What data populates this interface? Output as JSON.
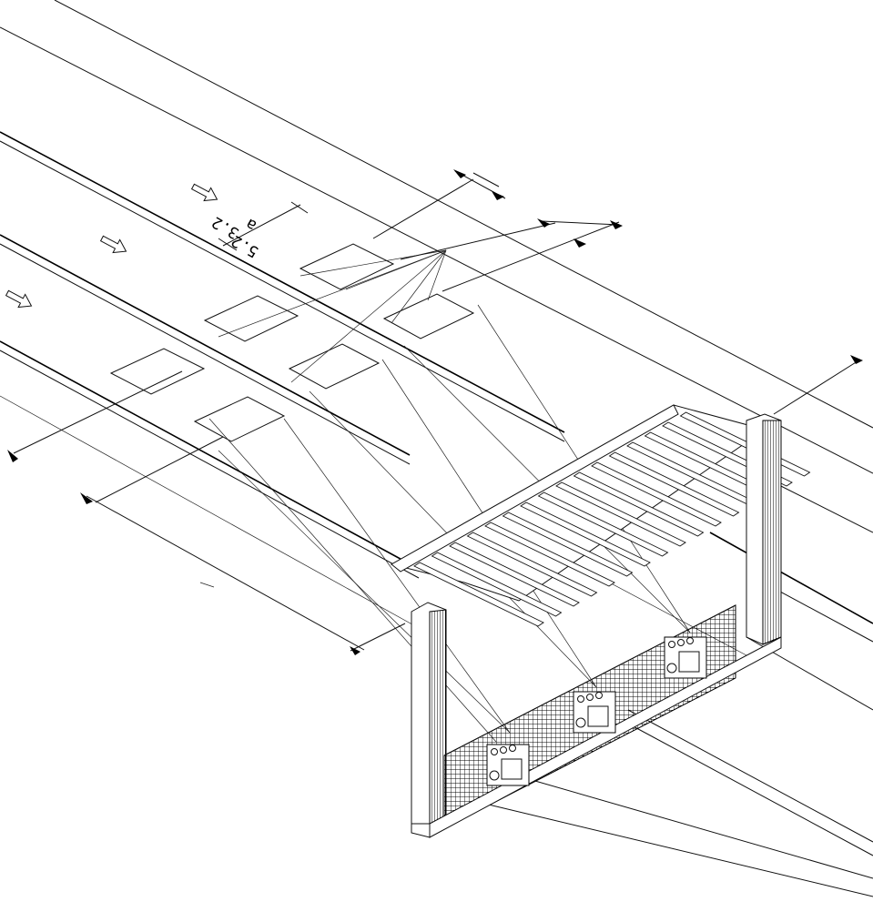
{
  "dimension_label": {
    "upper": "3.2",
    "middle": "a",
    "lower": "5.2"
  },
  "colors": {
    "ink": "#111111",
    "paper": "#ffffff"
  }
}
